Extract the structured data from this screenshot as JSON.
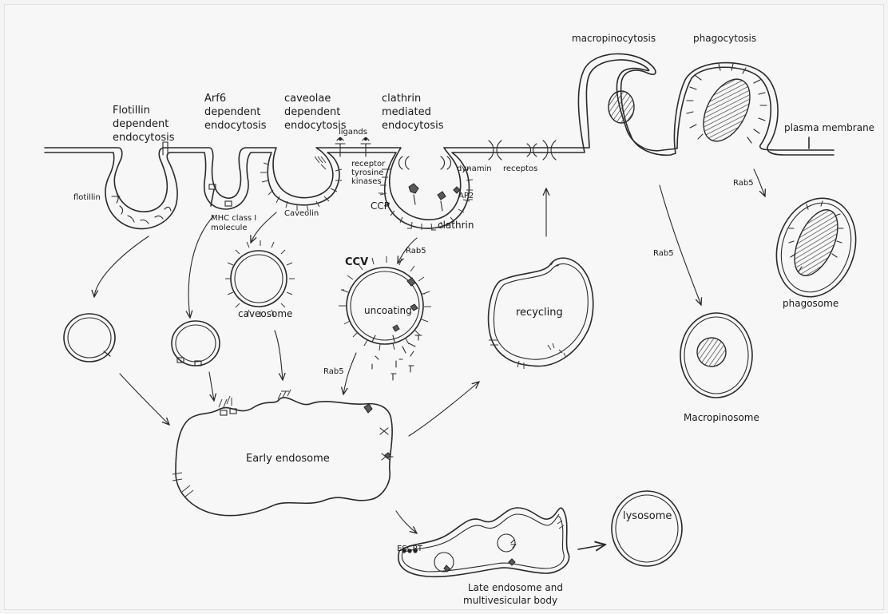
{
  "pathways": {
    "flotillin": [
      "Flotillin",
      "dependent",
      "endocytosis"
    ],
    "arf6": [
      "Arf6",
      "dependent",
      "endocytosis"
    ],
    "caveolae": [
      "caveolae",
      "dependent",
      "endocytosis"
    ],
    "clathrin": [
      "clathrin",
      "mediated",
      "endocytosis"
    ],
    "macropinocytosis": "macropinocytosis",
    "phagocytosis": "phagocytosis"
  },
  "labels": {
    "plasma_membrane": "plasma membrane",
    "ligands": "ligands",
    "rtk": [
      "receptor",
      "tyrosine",
      "kinases"
    ],
    "dynamin": "dynamin",
    "receptos": "receptos",
    "flotillin_protein": "flotillin",
    "mhc": [
      "MHC class I",
      "molecule"
    ],
    "caveolin": "Caveolin",
    "ccp": "CCP",
    "ap2": "AP2",
    "clathrin_protein": "clathrin",
    "ccv": "CCV",
    "uncoating": "uncoating",
    "caveosome": "caveosome",
    "recycling": "recycling",
    "early_endosome": "Early endosome",
    "escrt": "ESCRT",
    "late_endosome": [
      "Late endosome and",
      "multivesicular body"
    ],
    "lysosome": "lysosome",
    "macropinosome": "Macropinosome",
    "phagosome": "phagosome",
    "rab5": "Rab5"
  }
}
